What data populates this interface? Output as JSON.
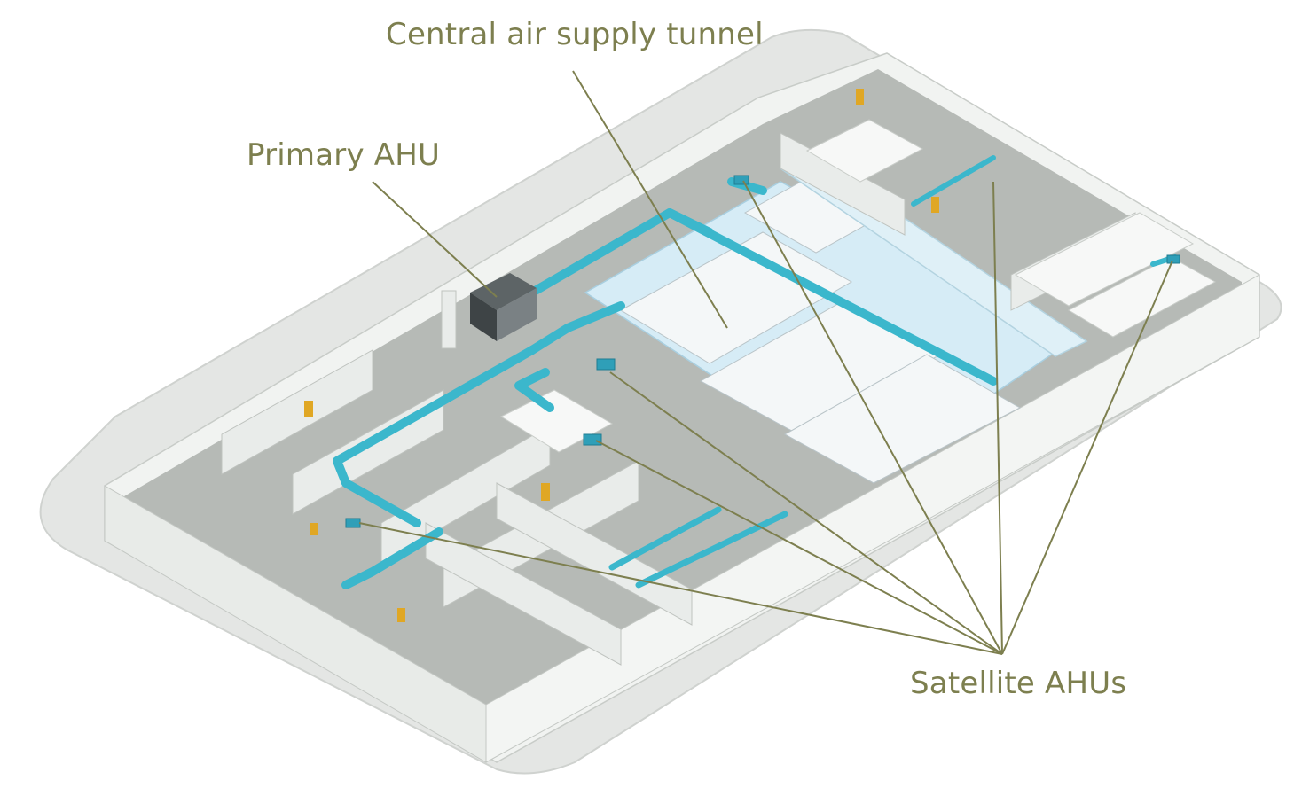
{
  "labels": {
    "central_tunnel": "Central air supply tunnel",
    "primary_ahu": "Primary AHU",
    "satellite_ahus": "Satellite AHUs"
  },
  "colors": {
    "label_text": "#7d7f4f",
    "leader_line": "#7d7f4f",
    "duct": "#3bb7cc",
    "cleanroom_tint": "#d6ecf6",
    "wall": "#e6e9e5",
    "floor": "#aeb1ae",
    "pad": "#e3e5e3",
    "door": "#e0a724"
  },
  "icons": {
    "primary_ahu": "air-handling-unit",
    "satellite_ahu": "air-handling-unit"
  }
}
